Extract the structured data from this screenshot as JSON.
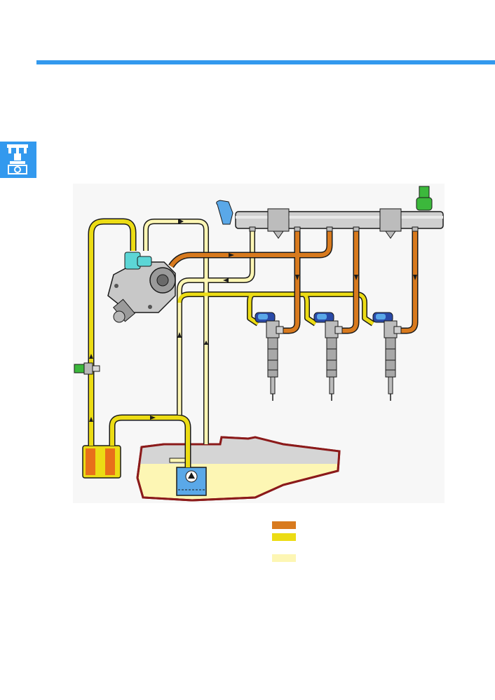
{
  "colors": {
    "accent": "#3399ee",
    "high_pressure": "#d87a1e",
    "feed": "#ecdc14",
    "return": "#fdf6b4",
    "tank_outline": "#8b1a1a",
    "diagram_bg": "#f7f7f7"
  },
  "header": {
    "rule": "blue-rule"
  },
  "section_tab": {
    "icon": "fuel-system-icon"
  },
  "diagram": {
    "components": [
      {
        "id": "high-pressure-rail",
        "icon": "rail"
      },
      {
        "id": "rail-pressure-sensor",
        "icon": "sensor"
      },
      {
        "id": "pressure-control-valve",
        "icon": "valve"
      },
      {
        "id": "high-pressure-pump",
        "icon": "pump"
      },
      {
        "id": "fuel-temperature-sensor",
        "icon": "sensor"
      },
      {
        "id": "fuel-filter",
        "icon": "filter"
      },
      {
        "id": "fuel-tank",
        "icon": "tank"
      },
      {
        "id": "electric-fuel-pump",
        "icon": "pump"
      },
      {
        "id": "injector-1",
        "icon": "injector"
      },
      {
        "id": "injector-2",
        "icon": "injector"
      },
      {
        "id": "injector-3",
        "icon": "injector"
      }
    ]
  },
  "legend": [
    {
      "key": "high_pressure",
      "label": ""
    },
    {
      "key": "feed",
      "label": ""
    },
    {
      "key": "return",
      "label": ""
    }
  ]
}
